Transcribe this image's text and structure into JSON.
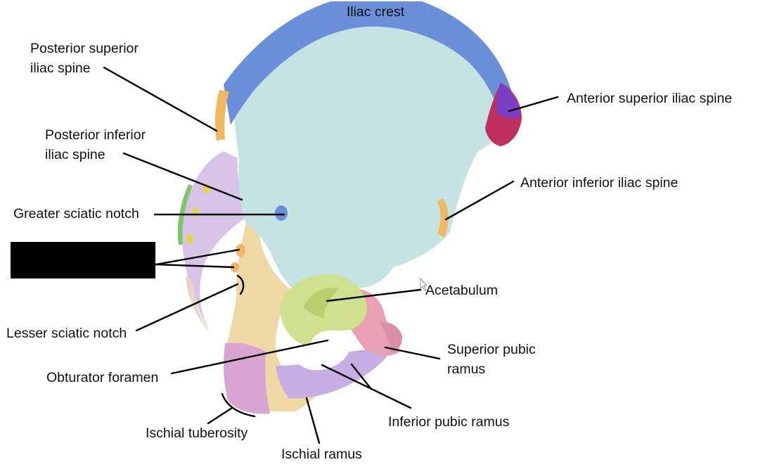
{
  "labels": {
    "iliac_crest": "Iliac crest",
    "psis_line1": "Posterior superior",
    "psis_line2": "iliac spine",
    "asis": "Anterior superior iliac spine",
    "piis_line1": "Posterior inferior",
    "piis_line2": "iliac spine",
    "aiis": "Anterior inferior iliac spine",
    "greater_sciatic_notch": "Greater sciatic notch",
    "acetabulum": "Acetabulum",
    "lesser_sciatic_notch": "Lesser sciatic notch",
    "superior_pubic_ramus_line1": "Superior pubic",
    "superior_pubic_ramus_line2": "ramus",
    "obturator_foramen": "Obturator foramen",
    "inferior_pubic_ramus": "Inferior pubic ramus",
    "ischial_tuberosity": "Ischial tuberosity",
    "ischial_ramus": "Ischial ramus"
  },
  "colors": {
    "ilium_body": "#c6e3e4",
    "iliac_crest": "#6b8fd8",
    "asis": "#c0305e",
    "ischium": "#efd7a6",
    "ischial_tuberosity": "#d9a6d4",
    "pubis": "#e9a0b2",
    "acetabulum": "#cfe08e",
    "sacral_articulation": "#d8c4e8",
    "spine_accent": "#f0b860",
    "redaction_box": "#000000"
  }
}
